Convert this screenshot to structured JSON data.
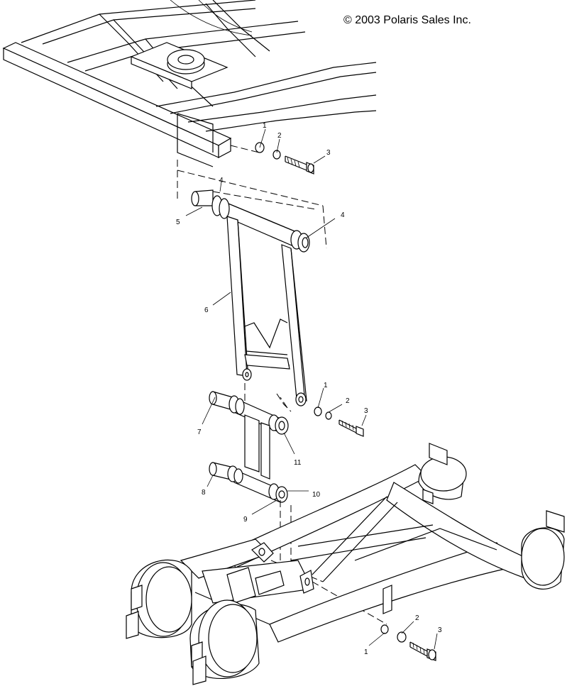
{
  "copyright": "© 2003 Polaris Sales Inc.",
  "callouts": {
    "top_washer": "1",
    "top_lockwasher": "2",
    "top_bolt": "3",
    "arm_bushing_top": "4",
    "arm_shaft_left": "5",
    "arm_bushing_right": "4",
    "arm_body": "6",
    "mid_washer": "1",
    "mid_lockwasher": "2",
    "mid_bolt": "3",
    "shaft_7": "7",
    "bushing_11": "11",
    "shaft_8": "8",
    "bushing_10": "10",
    "spacer_9": "9",
    "bottom_washer": "1",
    "bottom_lockwasher": "2",
    "bottom_bolt": "3"
  }
}
